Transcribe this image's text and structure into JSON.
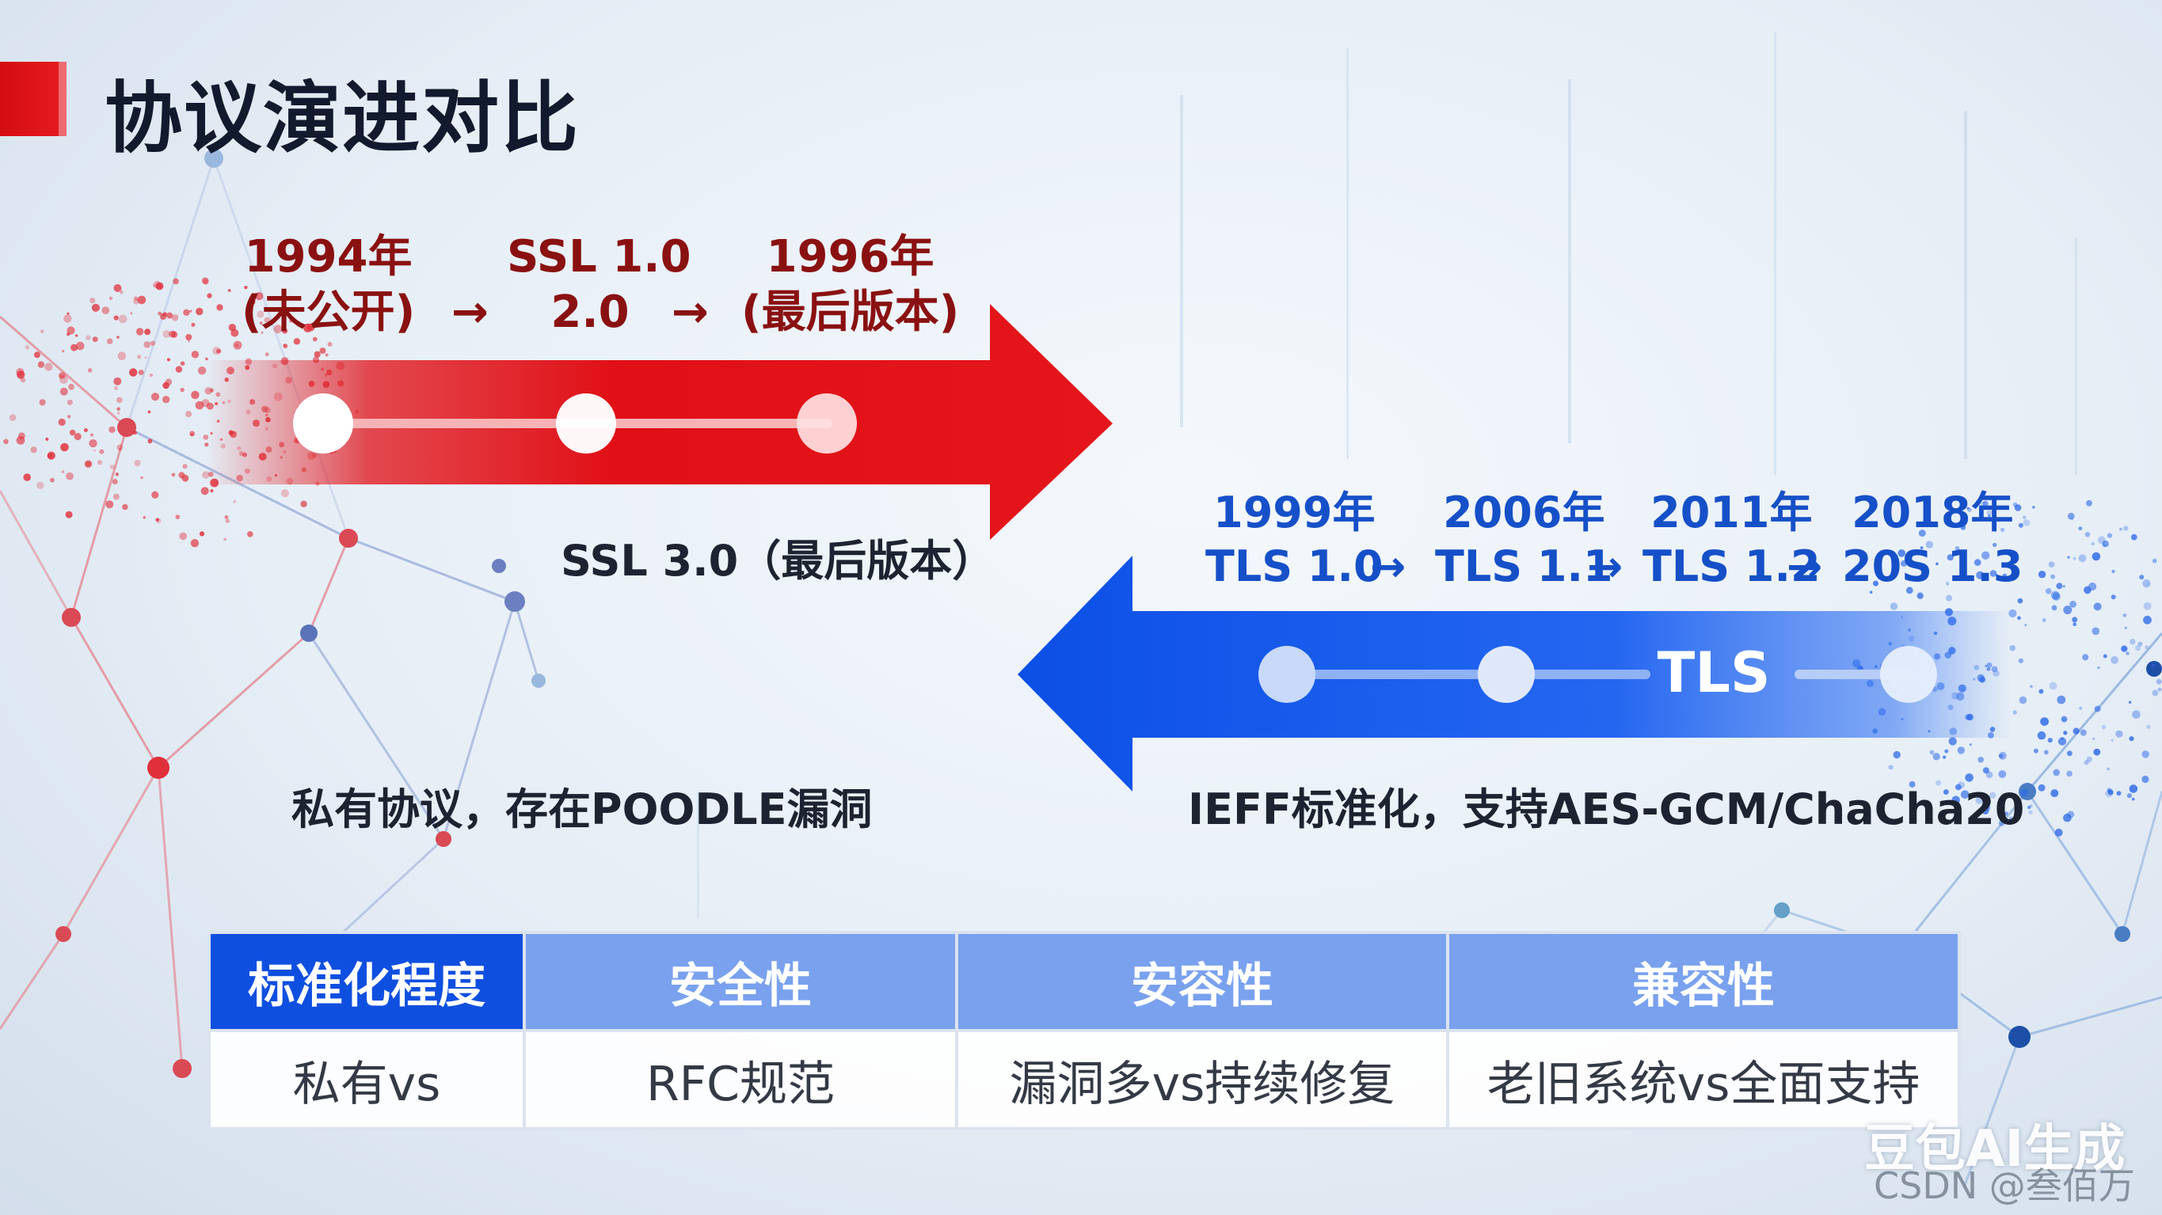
{
  "title": "协议演进对比",
  "ssl": {
    "versions": [
      {
        "line1": "1994年",
        "line2": "(未公开)"
      },
      {
        "line1": "SSL 1.0",
        "line2": "2.0"
      },
      {
        "line1": "1996年",
        "line2": "(最后版本)"
      }
    ],
    "arrow_glyph": "→",
    "below_label": "SSL 3.0（最后版本）",
    "note": "私有协议，存在POODLE漏洞",
    "color": "#e01016"
  },
  "tls": {
    "versions": [
      {
        "year": "1999年",
        "name": "TLS 1.0"
      },
      {
        "year": "2006年",
        "name": "TLS 1.1"
      },
      {
        "year": "2011年",
        "name": "TLS 1.2"
      },
      {
        "year": "2018年",
        "name": "20S 1.3"
      }
    ],
    "arrow_glyph": "→",
    "arrow_label": "TLS",
    "note": "IEFF标准化，支持AES-GCM/ChaCha20",
    "color": "#0c55e8"
  },
  "table": {
    "headers": [
      "标准化程度",
      "安全性",
      "安容性",
      "兼容性"
    ],
    "cells": [
      "私有vs",
      "RFC规范",
      "漏洞多vs持续修复",
      "老旧系统vs全面支持"
    ]
  },
  "watermark": {
    "line1": "豆包AI生成",
    "line2": "CSDN @叁佰万"
  }
}
